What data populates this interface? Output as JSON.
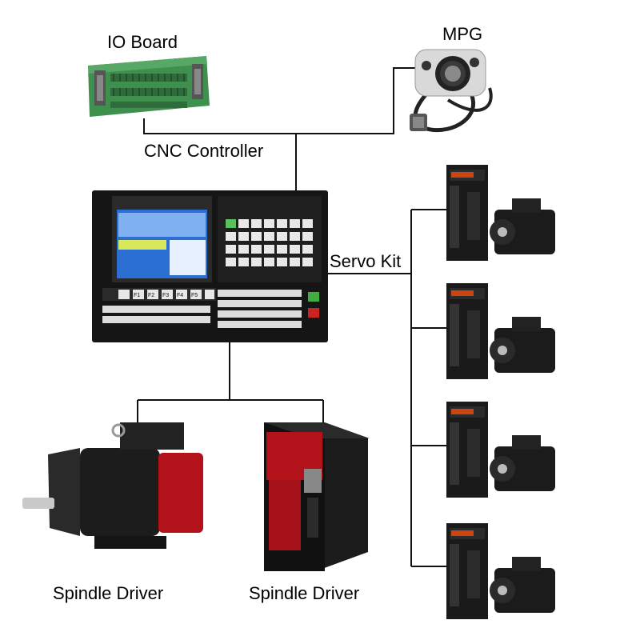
{
  "labels": {
    "io_board": "IO Board",
    "mpg": "MPG",
    "cnc_controller": "CNC Controller",
    "servo_kit": "Servo Kit",
    "spindle_motor": "Spindle Driver",
    "spindle_driver": "Spindle Driver"
  },
  "controller": {
    "function_keys": [
      "F1",
      "F2",
      "F3",
      "F4",
      "F5"
    ]
  },
  "servo_count": 4,
  "colors": {
    "line": "#111111",
    "io_board_green": "#3f8f4e",
    "io_board_terminal": "#2f6b3b",
    "controller_body": "#151515",
    "screen_blue": "#2a6fd1",
    "spindle_red": "#b3121b",
    "servo_body": "#1a1a1a"
  }
}
